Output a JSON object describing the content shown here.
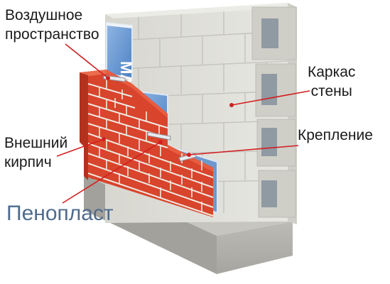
{
  "labels": {
    "air_gap": [
      "Воздушное",
      "пространство"
    ],
    "wall_frame": [
      "Каркас",
      "стены"
    ],
    "fastener": "Крепление",
    "outer_brick": [
      "Внешний",
      "кирпич"
    ],
    "foam": "Пенопласт"
  },
  "brand_logo": "MAX",
  "colors": {
    "brick": "#d8442c",
    "mortar": "#efe9e2",
    "block": "#dcdcd6",
    "foundation": "#b2b0ab",
    "foam_board": "#6f9fd5",
    "leader_line": "#d21f1f",
    "foam_label": "#4f6b8d"
  }
}
